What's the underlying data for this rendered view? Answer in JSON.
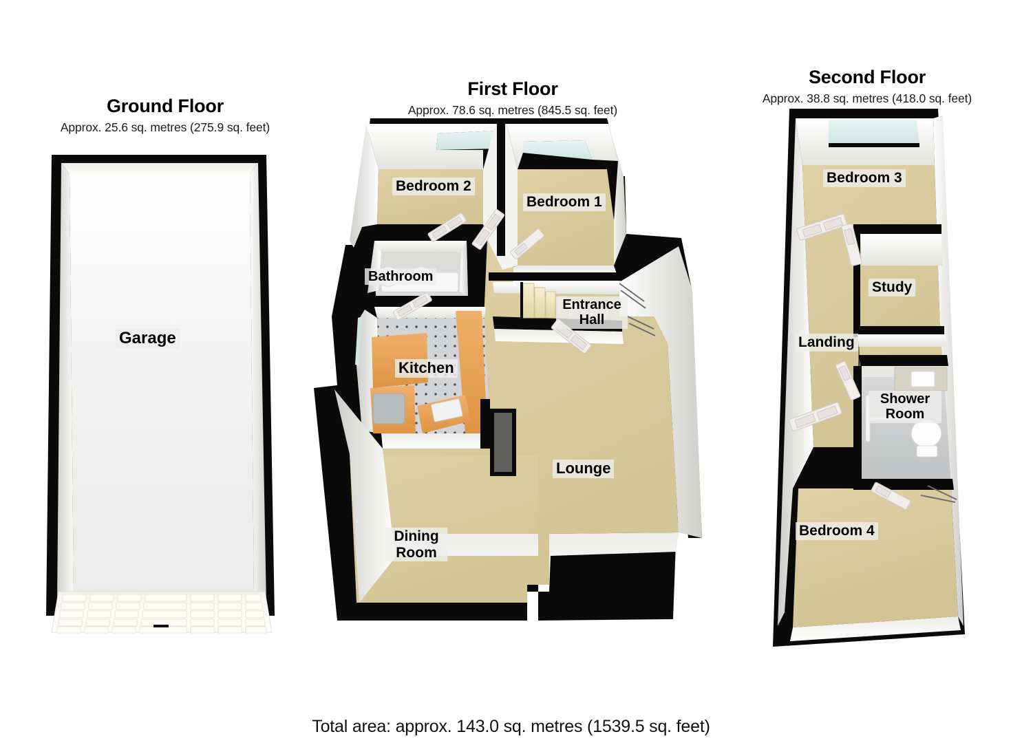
{
  "document": {
    "type": "floor-plan",
    "total_area": "Total area: approx. 143.0 sq. metres (1539.5 sq. feet)"
  },
  "floors": [
    {
      "id": "ground",
      "title": "Ground Floor",
      "subtitle": "Approx. 25.6 sq. metres (275.9 sq. feet)",
      "rooms": [
        {
          "name": "Garage",
          "label": "Garage"
        }
      ]
    },
    {
      "id": "first",
      "title": "First Floor",
      "subtitle": "Approx. 78.6 sq. metres (845.5 sq. feet)",
      "rooms": [
        {
          "name": "bedroom-2",
          "label": "Bedroom 2"
        },
        {
          "name": "bedroom-1",
          "label": "Bedroom 1"
        },
        {
          "name": "bathroom",
          "label": "Bathroom"
        },
        {
          "name": "entrance-hall",
          "label": "Entrance Hall"
        },
        {
          "name": "kitchen",
          "label": "Kitchen"
        },
        {
          "name": "lounge",
          "label": "Lounge"
        },
        {
          "name": "dining-room",
          "label": "Dining Room"
        }
      ]
    },
    {
      "id": "second",
      "title": "Second Floor",
      "subtitle": "Approx. 38.8 sq. metres (418.0 sq. feet)",
      "rooms": [
        {
          "name": "bedroom-3",
          "label": "Bedroom 3"
        },
        {
          "name": "study",
          "label": "Study"
        },
        {
          "name": "landing",
          "label": "Landing"
        },
        {
          "name": "shower-room",
          "label": "Shower Room"
        },
        {
          "name": "bedroom-4",
          "label": "Bedroom 4"
        }
      ]
    }
  ],
  "labels": {
    "garage": "Garage",
    "bedroom_2": "Bedroom 2",
    "bedroom_1": "Bedroom 1",
    "bathroom": "Bathroom",
    "entrance_hall_line1": "Entrance",
    "entrance_hall_line2": "Hall",
    "kitchen": "Kitchen",
    "lounge": "Lounge",
    "dining_line1": "Dining",
    "dining_line2": "Room",
    "bedroom_3": "Bedroom 3",
    "study": "Study",
    "landing": "Landing",
    "shower_line1": "Shower",
    "shower_line2": "Room",
    "bedroom_4": "Bedroom 4"
  },
  "colors": {
    "wall_outline": "#0a0a0a",
    "wall_face": "#f4f4f2",
    "wall_shadow": "#d8d8d4",
    "carpet": "#d9cb9e",
    "garage_floor": "#f1f1f1",
    "tile_floor": "#c9cbcc",
    "window_glass": "#dff0ee",
    "worktop": "#e8a457",
    "stairs": "#efe6c6",
    "background": "#ffffff",
    "label_bg": "#eeeeec"
  }
}
